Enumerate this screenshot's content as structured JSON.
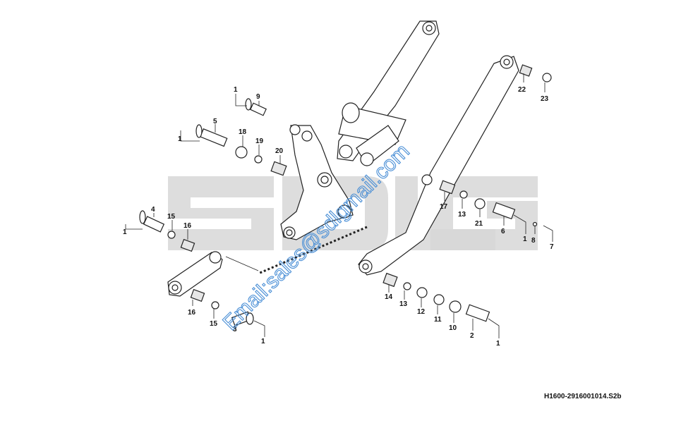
{
  "document_code": "H1600-2916001014.S2b",
  "watermark": {
    "brand_text": "SDLG",
    "email_text": "Email:sales@sdlgmail.com"
  },
  "callouts": [
    "1",
    "9",
    "5",
    "1",
    "18",
    "19",
    "20",
    "4",
    "15",
    "16",
    "1",
    "16",
    "15",
    "3",
    "1",
    "22",
    "23",
    "17",
    "13",
    "21",
    "6",
    "1",
    "8",
    "7",
    "14",
    "13",
    "12",
    "11",
    "10",
    "2",
    "1"
  ],
  "colors": {
    "line": "#222222",
    "watermark_brand": "#d7d7d7",
    "watermark_email": "#4a8fd6"
  }
}
